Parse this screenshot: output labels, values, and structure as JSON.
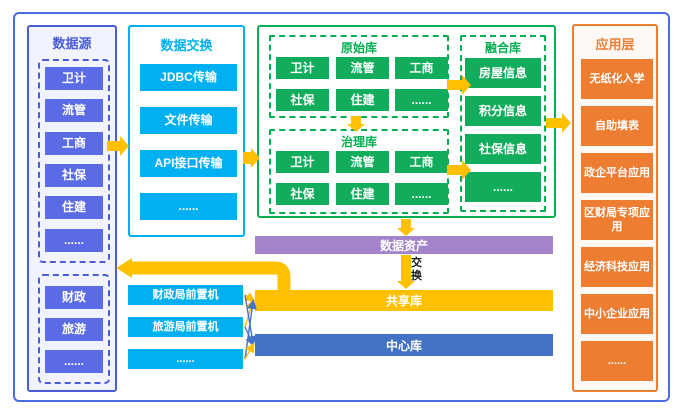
{
  "colors": {
    "outer_border": "#4b6be1",
    "panel_blue": "#4a5cd8",
    "panel_blue_bg": "#f1f4fe",
    "item_blue": "#5b6ae5",
    "cyan": "#00b0f0",
    "green": "#00b050",
    "item_green": "#11ad5c",
    "orange": "#ed7d31",
    "orange_bg": "#fef9f5",
    "purple": "#a383c9",
    "yellow": "#ffc000",
    "bar_blue": "#4472c4"
  },
  "datasource": {
    "title": "数据源",
    "items": [
      "卫计",
      "流管",
      "工商",
      "社保",
      "住建",
      "......"
    ],
    "lower_items": [
      "财政",
      "旅游",
      "......"
    ]
  },
  "exchange": {
    "title": "数据交换",
    "items": [
      "JDBC传输",
      "文件传输",
      "API接口传输",
      "......"
    ]
  },
  "raw_db": {
    "title": "原始库",
    "items": [
      "卫计",
      "流管",
      "工商",
      "社保",
      "住建",
      "......"
    ]
  },
  "governance_db": {
    "title": "治理库",
    "items": [
      "卫计",
      "流管",
      "工商",
      "社保",
      "住建",
      "......"
    ]
  },
  "fusion_db": {
    "title": "融合库",
    "items": [
      "房屋信息",
      "积分信息",
      "社保信息",
      "......"
    ]
  },
  "application": {
    "title": "应用层",
    "items": [
      "无纸化入学",
      "自助填表",
      "政企平台应用",
      "区财局专项应用",
      "经济科技应用",
      "中小企业应用",
      "......"
    ]
  },
  "frontends": {
    "items": [
      "财政局前置机",
      "旅游局前置机",
      "......"
    ]
  },
  "bars": {
    "data_asset": "数据资产",
    "shared_db": "共享库",
    "center_db": "中心库",
    "exchange_arrow_label": "交换"
  }
}
